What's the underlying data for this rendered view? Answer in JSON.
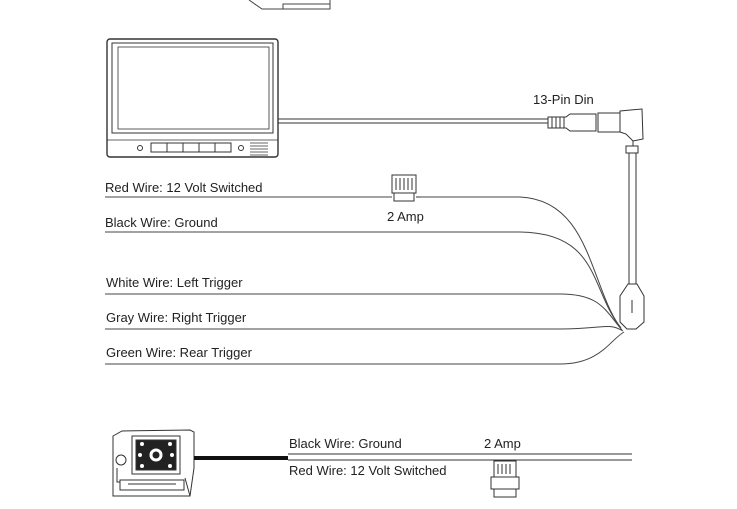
{
  "connector": {
    "label": "13-Pin Din"
  },
  "fuse_top": {
    "label": "2 Amp"
  },
  "wires": [
    {
      "label": "Red Wire: 12 Volt Switched"
    },
    {
      "label": "Black Wire: Ground"
    },
    {
      "label": "White Wire: Left Trigger"
    },
    {
      "label": "Gray Wire: Right Trigger"
    },
    {
      "label": "Green Wire: Rear Trigger"
    }
  ],
  "camera_wires": {
    "black_label": "Black Wire: Ground",
    "fuse_label": "2 Amp",
    "red_label": "Red Wire: 12 Volt Switched"
  }
}
